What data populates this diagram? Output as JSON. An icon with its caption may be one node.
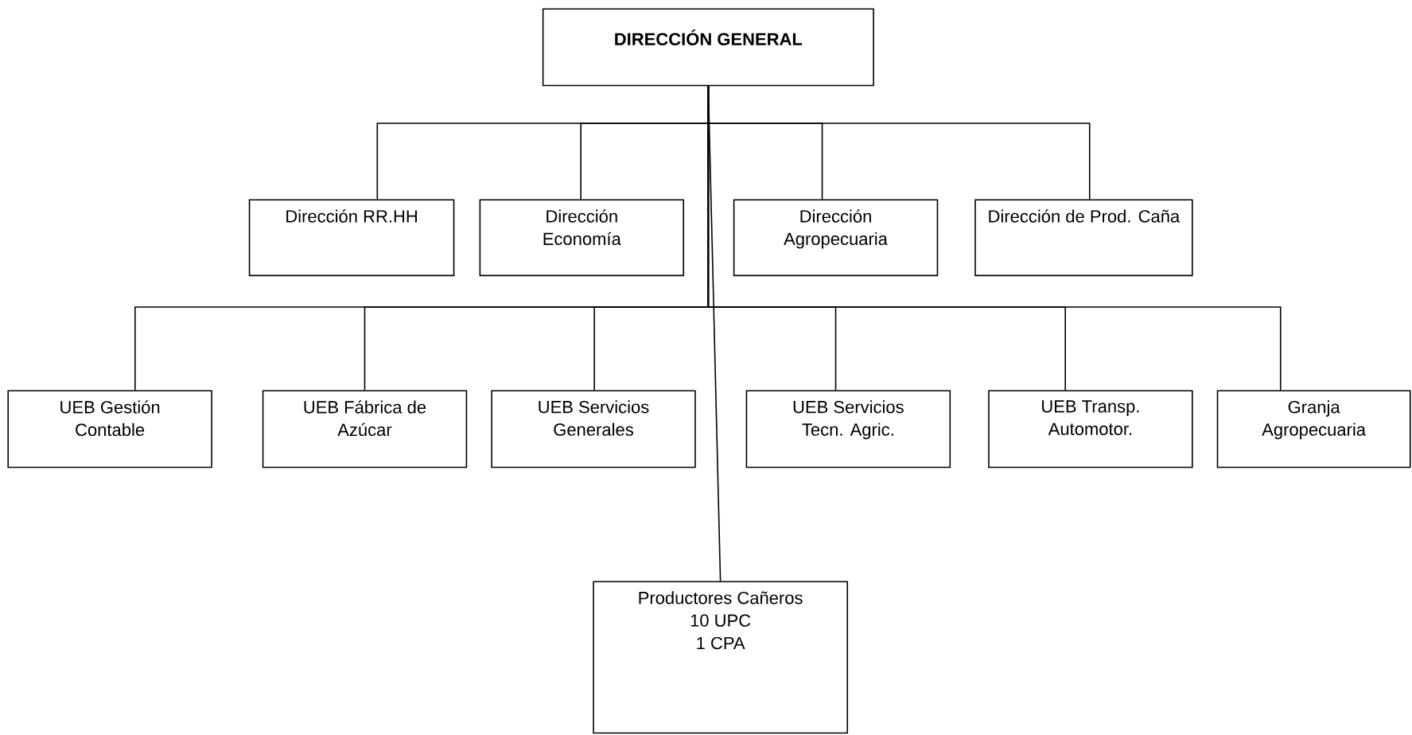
{
  "diagram": {
    "nodes": [
      {
        "text": [
          "DIRECCIÓN GENERAL"
        ]
      },
      {
        "text": [
          "Dirección RR.HH"
        ]
      },
      {
        "text": [
          "Dirección Economía"
        ]
      },
      {
        "text": [
          "Dirección Agropecuaria"
        ]
      },
      {
        "text": [
          "Dirección de Prod. Caña"
        ]
      },
      {
        "text": [
          "UEB Gestión Contable"
        ]
      },
      {
        "text": [
          "UEB Fábrica de Azúcar"
        ]
      },
      {
        "text": [
          "UEB Servicios Generales"
        ]
      },
      {
        "text": [
          "UEB Servicios Tecn. Agric."
        ]
      },
      {
        "text": [
          "UEB Transp. Automotor."
        ]
      },
      {
        "text": [
          "Granja Agropecuaria"
        ]
      },
      {
        "text": [
          "Productores Cañeros",
          "10 UPC",
          "1 CPA"
        ]
      }
    ],
    "edges": [
      {
        "from": 0,
        "to": 1,
        "arrow": "none"
      },
      {
        "from": 0,
        "to": 2,
        "arrow": "none"
      },
      {
        "from": 0,
        "to": 3,
        "arrow": "none"
      },
      {
        "from": 0,
        "to": 4,
        "arrow": "none"
      },
      {
        "from": 0,
        "to": 5,
        "arrow": "none"
      },
      {
        "from": 0,
        "to": 6,
        "arrow": "none"
      },
      {
        "from": 0,
        "to": 7,
        "arrow": "none"
      },
      {
        "from": 0,
        "to": 8,
        "arrow": "none"
      },
      {
        "from": 0,
        "to": 9,
        "arrow": "none"
      },
      {
        "from": 0,
        "to": 10,
        "arrow": "none"
      },
      {
        "from": 0,
        "to": 11,
        "arrow": "none"
      }
    ]
  }
}
